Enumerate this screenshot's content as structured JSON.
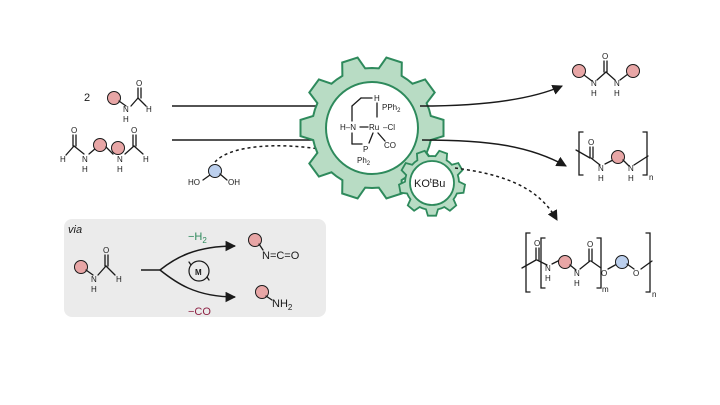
{
  "reactants": {
    "coef": "2",
    "atoms": {
      "N": "N",
      "H": "H",
      "O": "O"
    },
    "diol": {
      "left": "HO",
      "right": "OH"
    }
  },
  "catalyst": {
    "H_top": "H",
    "PPh2": "PPh",
    "PPh2_sub": "2",
    "HN": "H–N",
    "Ru": "Ru",
    "Cl": "–Cl",
    "CO": "CO",
    "P": "P",
    "Ph2": "Ph",
    "Ph2_sub": "2",
    "base": "KO",
    "base_sup": "t",
    "base_tail": "Bu"
  },
  "products": {
    "polymer1_sub": "n",
    "polymer2_sub_m": "m",
    "polymer2_sub_n": "n"
  },
  "via_box": {
    "label": "via",
    "h2_label": "−H",
    "h2_sub": "2",
    "co_label": "−CO",
    "metal": "M",
    "isocyanate": "N=C=O",
    "amine": "NH",
    "amine_sub": "2"
  },
  "colors": {
    "gear_fill": "#b8dcc4",
    "gear_stroke": "#2e8a5c",
    "pink_node": "#e8a6a6",
    "blue_node": "#bcd0ee",
    "via_bg": "#ebebeb",
    "h2_color": "#2e8a5c",
    "co_color": "#8e2244"
  }
}
